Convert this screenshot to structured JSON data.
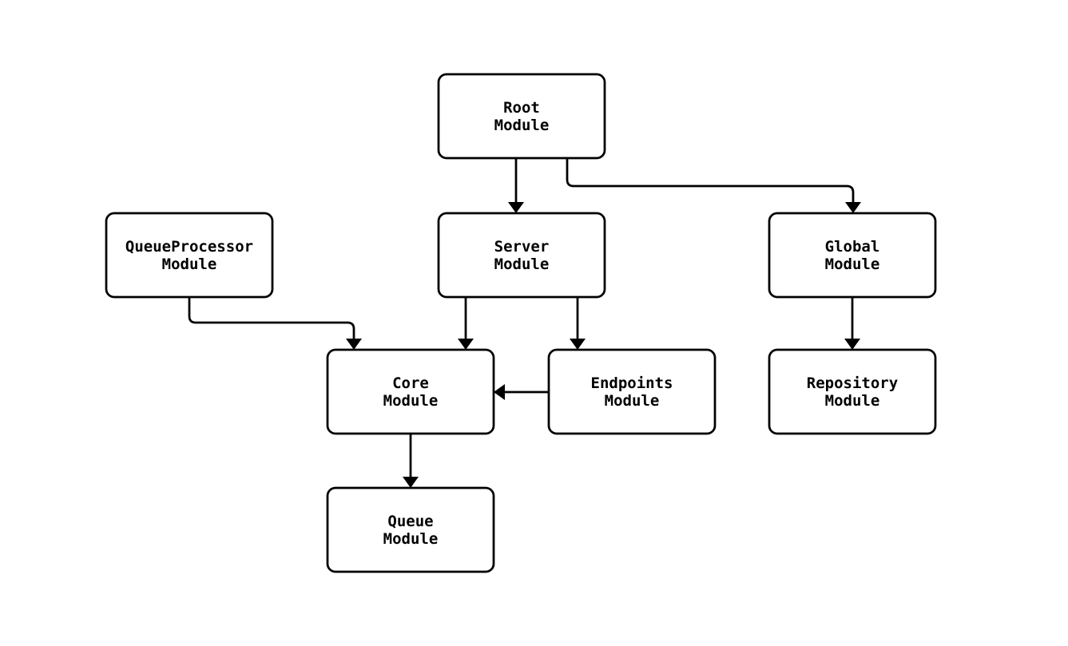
{
  "diagram": {
    "type": "flowchart",
    "colors": {
      "background": "#ffffff",
      "node_fill": "#ffffff",
      "node_border": "#000000",
      "edge": "#000000",
      "text": "#000000"
    },
    "nodes": [
      {
        "id": "root",
        "label_line1": "Root",
        "label_line2": "Module"
      },
      {
        "id": "queueprocessor",
        "label_line1": "QueueProcessor",
        "label_line2": "Module"
      },
      {
        "id": "server",
        "label_line1": "Server",
        "label_line2": "Module"
      },
      {
        "id": "global",
        "label_line1": "Global",
        "label_line2": "Module"
      },
      {
        "id": "core",
        "label_line1": "Core",
        "label_line2": "Module"
      },
      {
        "id": "endpoints",
        "label_line1": "Endpoints",
        "label_line2": "Module"
      },
      {
        "id": "repository",
        "label_line1": "Repository",
        "label_line2": "Module"
      },
      {
        "id": "queue",
        "label_line1": "Queue",
        "label_line2": "Module"
      }
    ],
    "edges": [
      {
        "from": "root",
        "to": "server"
      },
      {
        "from": "root",
        "to": "global"
      },
      {
        "from": "queueprocessor",
        "to": "core"
      },
      {
        "from": "server",
        "to": "core"
      },
      {
        "from": "server",
        "to": "endpoints"
      },
      {
        "from": "endpoints",
        "to": "core"
      },
      {
        "from": "global",
        "to": "repository"
      },
      {
        "from": "core",
        "to": "queue"
      }
    ]
  }
}
